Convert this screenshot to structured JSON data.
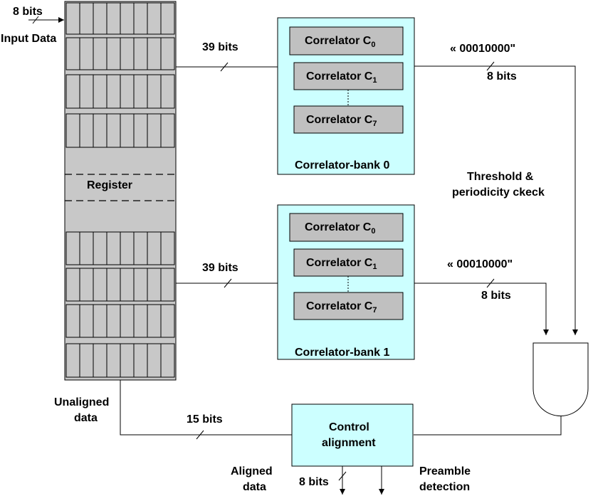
{
  "input": {
    "bits_label": "8 bits",
    "name": "Input Data"
  },
  "register": {
    "label": "Register"
  },
  "banks": [
    {
      "label": "Correlator-bank 0",
      "input_bits": "39 bits",
      "correlators": [
        {
          "name": "Correlator C",
          "sub": "0"
        },
        {
          "name": "Correlator C",
          "sub": "1"
        },
        {
          "name": "Correlator C",
          "sub": "7"
        }
      ],
      "pattern": "« 00010000\"",
      "output_bits": "8 bits"
    },
    {
      "label": "Correlator-bank 1",
      "input_bits": "39 bits",
      "correlators": [
        {
          "name": "Correlator C",
          "sub": "0"
        },
        {
          "name": "Correlator C",
          "sub": "1"
        },
        {
          "name": "Correlator C",
          "sub": "7"
        }
      ],
      "pattern": "« 00010000\"",
      "output_bits": "8 bits"
    }
  ],
  "threshold_label": [
    "Threshold &",
    "periodicity ckeck"
  ],
  "unaligned_label": [
    "Unaligned",
    "data"
  ],
  "control": {
    "bits_label": "15 bits",
    "label_lines": [
      "Control",
      "alignment"
    ]
  },
  "outputs": {
    "aligned_label": [
      "Aligned",
      "data"
    ],
    "aligned_bits": "8 bits",
    "preamble_label": [
      "Preamble",
      "detection"
    ]
  },
  "colors": {
    "register_fill": "#c8c8c8",
    "bank_fill": "#ccffff",
    "correlator_fill": "#c0c0c0",
    "control_fill": "#ccffff",
    "line": "#000000"
  }
}
